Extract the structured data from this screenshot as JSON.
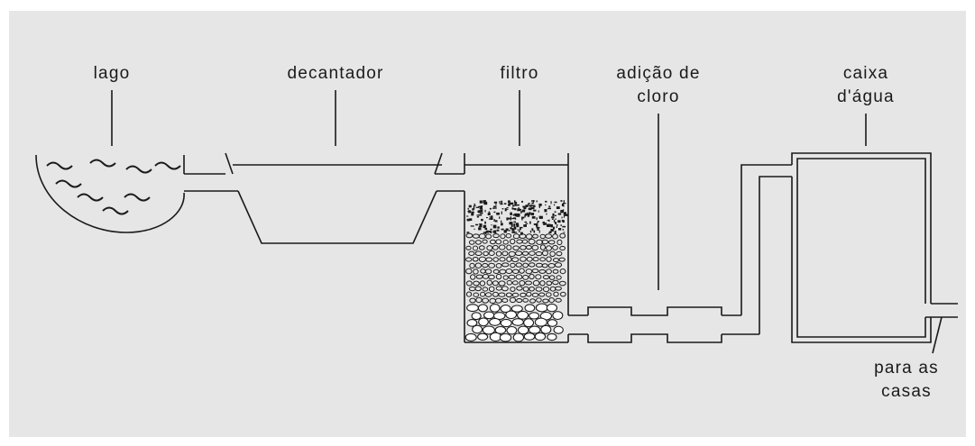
{
  "labels": {
    "lago": "lago",
    "decantador": "decantador",
    "filtro": "filtro",
    "cloro_line1": "adição de",
    "cloro_line2": "cloro",
    "caixa_line1": "caixa",
    "caixa_line2": "d'água",
    "casas_line1": "para as",
    "casas_line2": "casas"
  },
  "colors": {
    "background": "#e6e6e6",
    "ink": "#1a1a1a"
  }
}
